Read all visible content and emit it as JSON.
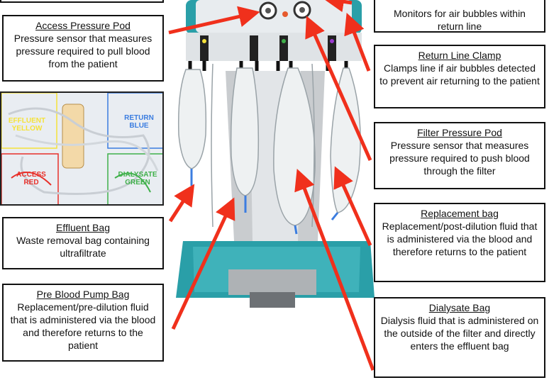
{
  "labels": {
    "air_detector": {
      "desc": "Monitors for air bubbles within return line"
    },
    "access_pod": {
      "title": "Access Pressure Pod",
      "desc": "Pressure sensor that measures pressure required to pull blood from the patient"
    },
    "effluent_bag": {
      "title": "Effluent Bag",
      "desc": "Waste removal bag containing ultrafiltrate"
    },
    "pre_pump_bag": {
      "title": "Pre Blood Pump Bag",
      "desc": "Replacement/pre-dilution fluid that is administered via the blood and therefore returns to the patient"
    },
    "return_clamp": {
      "title": "Return Line Clamp",
      "desc": "Clamps line if air bubbles detected to prevent air returning to the patient"
    },
    "filter_pod": {
      "title": "Filter Pressure Pod",
      "desc": "Pressure sensor that measures pressure required to push blood through the filter"
    },
    "replacement_bag": {
      "title": "Replacement bag",
      "desc": "Replacement/post-dilution fluid that is administered via the blood and therefore returns to the patient"
    },
    "dialysate_bag": {
      "title": "Dialysate Bag",
      "desc": "Dialysis fluid that is administered on the outside of the filter and directly enters the effluent bag"
    }
  },
  "photo_tags": {
    "effluent": "EFFLUENT YELLOW",
    "return": "RETURN BLUE",
    "access": "ACCESS RED",
    "dialysate": "DIALYSATE GREEN"
  },
  "colors": {
    "arrow": "#f0301c",
    "machine_teal": "#2a9fa8",
    "machine_grey": "#b9bcbf",
    "effluent": "#f5e23a",
    "return": "#3b7de0",
    "access": "#e8302a",
    "dialysate": "#3fb04a"
  }
}
